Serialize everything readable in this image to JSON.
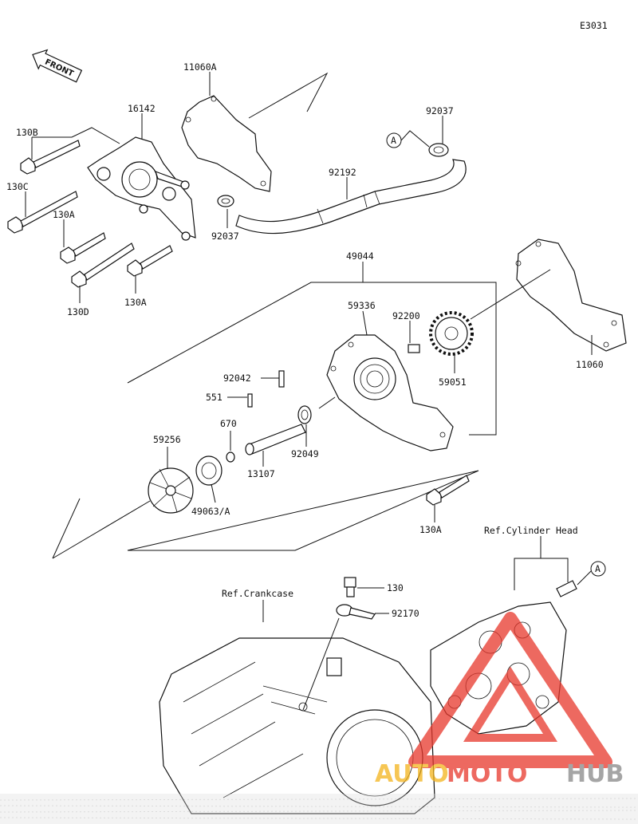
{
  "diagram": {
    "code": "E3031",
    "front_label": "FRONT",
    "ref_cylinder_head": "Ref.Cylinder Head",
    "ref_crankcase": "Ref.Crankcase",
    "callout_a": "A",
    "parts": {
      "p11060A": "11060A",
      "p16142": "16142",
      "p130B": "130B",
      "p130C": "130C",
      "p130A_1": "130A",
      "p130D": "130D",
      "p130A_2": "130A",
      "p92037_top": "92037",
      "p92192": "92192",
      "p92037_bottom": "92037",
      "p49044": "49044",
      "p59336": "59336",
      "p92200": "92200",
      "p11060": "11060",
      "p59051": "59051",
      "p92042": "92042",
      "p551": "551",
      "p670": "670",
      "p59256": "59256",
      "p92049": "92049",
      "p13107": "13107",
      "p49063A": "49063/A",
      "p130A_3": "130A",
      "p130": "130",
      "p92170": "92170"
    }
  },
  "watermark": {
    "part1": "AUTO",
    "part2": "MOTO",
    "part3": "HUB"
  }
}
